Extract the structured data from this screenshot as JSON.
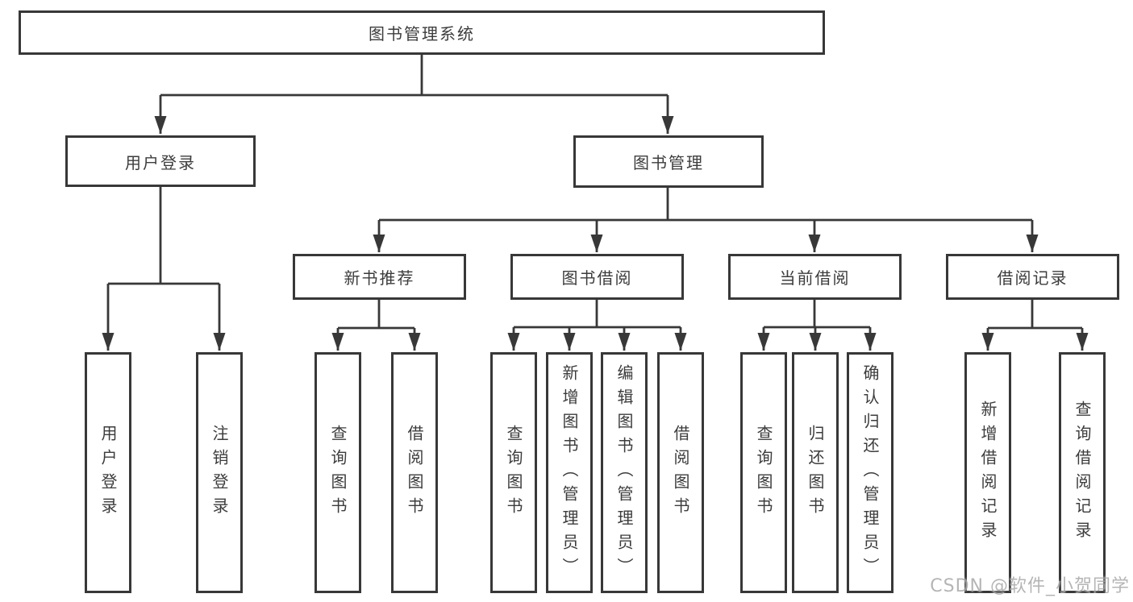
{
  "nodes": {
    "root": "图书管理系统",
    "level2": [
      "用户登录",
      "图书管理"
    ],
    "level3": [
      "新书推荐",
      "图书借阅",
      "当前借阅",
      "借阅记录"
    ],
    "leaves": [
      "用户登录",
      "注销登录",
      "查询图书",
      "借阅图书",
      "查询图书",
      "新增图书（管理员）",
      "编辑图书（管理员）",
      "借阅图书",
      "查询图书",
      "归还图书",
      "确认归还（管理员）",
      "新增借阅记录",
      "查询借阅记录"
    ]
  },
  "tree": {
    "label": "图书管理系统",
    "children": [
      {
        "label": "用户登录",
        "children": [
          {
            "label": "用户登录"
          },
          {
            "label": "注销登录"
          }
        ]
      },
      {
        "label": "图书管理",
        "children": [
          {
            "label": "新书推荐",
            "children": [
              {
                "label": "查询图书"
              },
              {
                "label": "借阅图书"
              }
            ]
          },
          {
            "label": "图书借阅",
            "children": [
              {
                "label": "查询图书"
              },
              {
                "label": "新增图书（管理员）"
              },
              {
                "label": "编辑图书（管理员）"
              },
              {
                "label": "借阅图书"
              }
            ]
          },
          {
            "label": "当前借阅",
            "children": [
              {
                "label": "查询图书"
              },
              {
                "label": "归还图书"
              },
              {
                "label": "确认归还（管理员）"
              }
            ]
          },
          {
            "label": "借阅记录",
            "children": [
              {
                "label": "新增借阅记录"
              },
              {
                "label": "查询借阅记录"
              }
            ]
          }
        ]
      }
    ]
  },
  "watermark": "CSDN @软件_小贺同学",
  "colors": {
    "line": "#383838",
    "text": "#3c3c3c",
    "box_background": "#ffffff",
    "watermark": "#a9a9a9"
  }
}
